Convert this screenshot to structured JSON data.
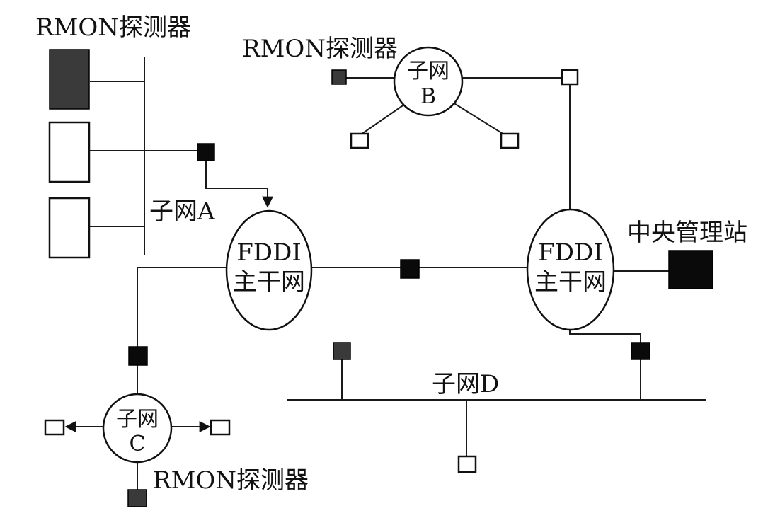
{
  "labels": {
    "probe_top_left": "RMON探测器",
    "probe_top_mid": "RMON探测器",
    "probe_bottom": "RMON探测器",
    "subnet_a": "子网A",
    "subnet_b_line1": "子网",
    "subnet_b_line2": "B",
    "subnet_c_line1": "子网",
    "subnet_c_line2": "C",
    "subnet_d": "子网D",
    "fddi_left_line1": "FDDI",
    "fddi_left_line2": "主干网",
    "fddi_right_line1": "FDDI",
    "fddi_right_line2": "主干网",
    "central_station": "中央管理站"
  }
}
